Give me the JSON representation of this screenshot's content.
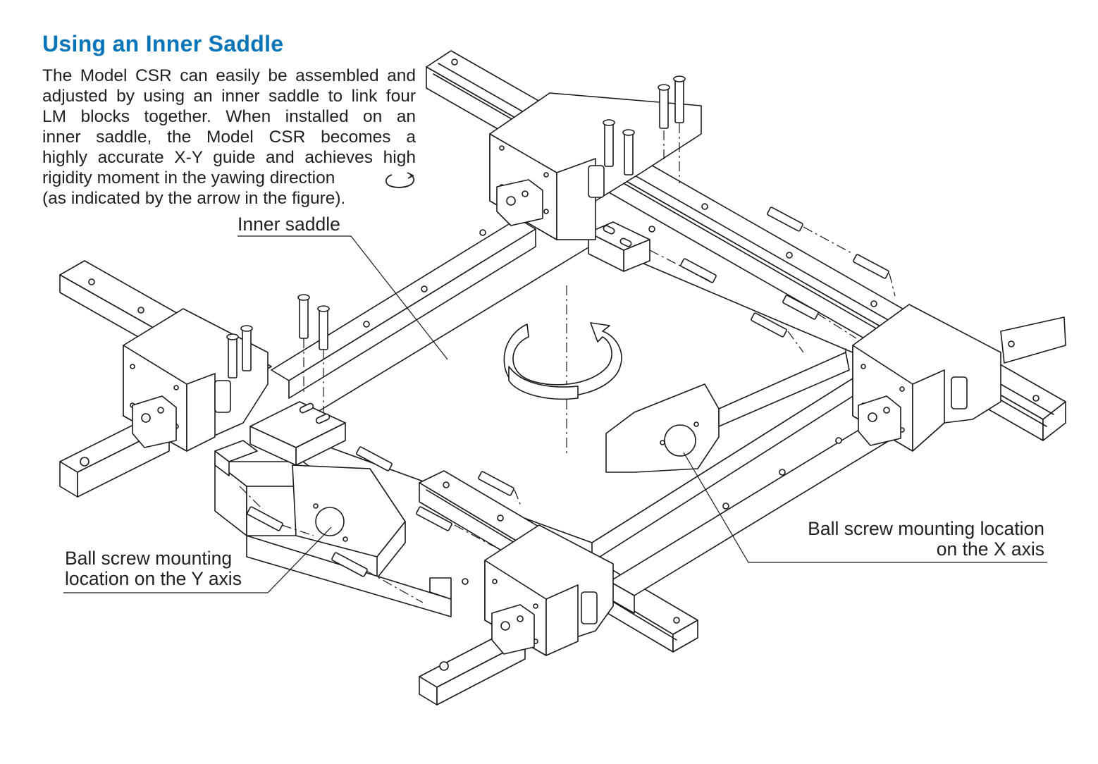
{
  "colors": {
    "heading": "#0a74b8",
    "text": "#231f20",
    "line": "#1a1a1a",
    "fill": "#ffffff"
  },
  "heading": "Using an Inner Saddle",
  "intro": {
    "lines": [
      "The Model CSR can easily be assembled and",
      "adjusted by using an inner saddle to link four",
      "LM blocks together. When installed on an",
      "inner saddle, the Model CSR becomes a",
      "highly accurate X-Y guide and achieves high",
      "rigidity moment in the yawing direction",
      "(as indicated by the arrow in the figure)."
    ],
    "yaw_icon": "yaw-rotation-arrow-icon"
  },
  "labels": {
    "inner_saddle": "Inner saddle",
    "ball_screw_y": [
      "Ball screw mounting",
      "location on the Y axis"
    ],
    "ball_screw_x": [
      "Ball screw mounting location",
      "on the X axis"
    ]
  }
}
